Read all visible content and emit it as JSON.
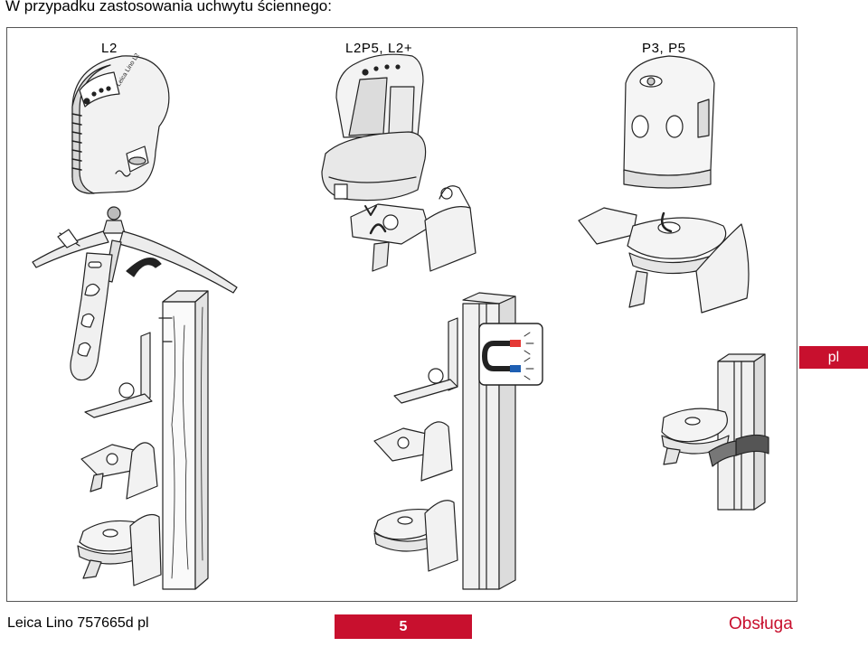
{
  "heading": "W przypadku zastosowania uchwytu ściennego:",
  "models": [
    "L2",
    "L2P5, L2+",
    "P3, P5"
  ],
  "device_label": "Leica Lino L2",
  "language_tab": "pl",
  "footer": {
    "product": "Leica Lino 757665d pl",
    "page_number": "5",
    "section": "Obsługa"
  },
  "colors": {
    "accent": "#c8102e",
    "magnet_red": "#e53935",
    "magnet_blue": "#1e5fb3"
  }
}
